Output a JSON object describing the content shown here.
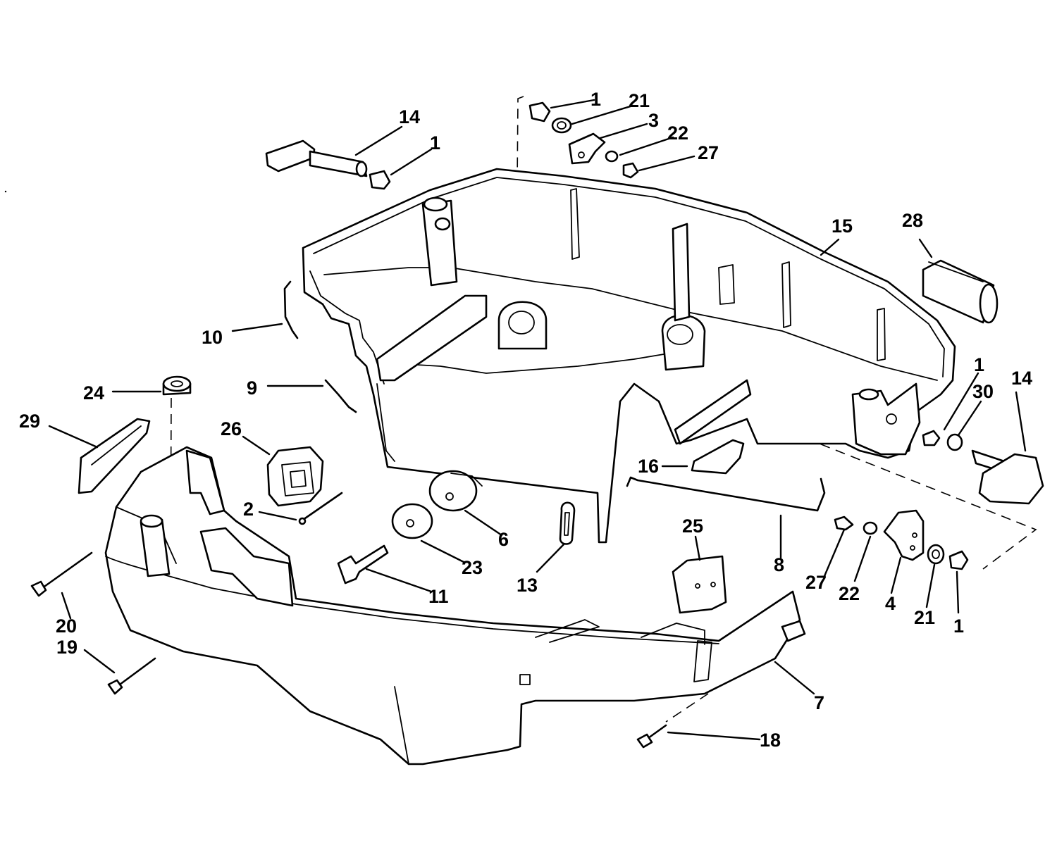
{
  "callouts": [
    {
      "id": "c1a",
      "text": "1"
    },
    {
      "id": "c21a",
      "text": "21"
    },
    {
      "id": "c3",
      "text": "3"
    },
    {
      "id": "c22a",
      "text": "22"
    },
    {
      "id": "c27a",
      "text": "27"
    },
    {
      "id": "c14a",
      "text": "14"
    },
    {
      "id": "c1b",
      "text": "1"
    },
    {
      "id": "c15",
      "text": "15"
    },
    {
      "id": "c28",
      "text": "28"
    },
    {
      "id": "c10",
      "text": "10"
    },
    {
      "id": "c9",
      "text": "9"
    },
    {
      "id": "c24",
      "text": "24"
    },
    {
      "id": "c29",
      "text": "29"
    },
    {
      "id": "c26",
      "text": "26"
    },
    {
      "id": "c1c",
      "text": "1"
    },
    {
      "id": "c30",
      "text": "30"
    },
    {
      "id": "c14b",
      "text": "14"
    },
    {
      "id": "c16",
      "text": "16"
    },
    {
      "id": "c2",
      "text": "2"
    },
    {
      "id": "c6",
      "text": "6"
    },
    {
      "id": "c23",
      "text": "23"
    },
    {
      "id": "c13",
      "text": "13"
    },
    {
      "id": "c25",
      "text": "25"
    },
    {
      "id": "c8",
      "text": "8"
    },
    {
      "id": "c27b",
      "text": "27"
    },
    {
      "id": "c22b",
      "text": "22"
    },
    {
      "id": "c4",
      "text": "4"
    },
    {
      "id": "c21b",
      "text": "21"
    },
    {
      "id": "c1d",
      "text": "1"
    },
    {
      "id": "c11",
      "text": "11"
    },
    {
      "id": "c20",
      "text": "20"
    },
    {
      "id": "c19",
      "text": "19"
    },
    {
      "id": "c7",
      "text": "7"
    },
    {
      "id": "c18",
      "text": "18"
    }
  ]
}
